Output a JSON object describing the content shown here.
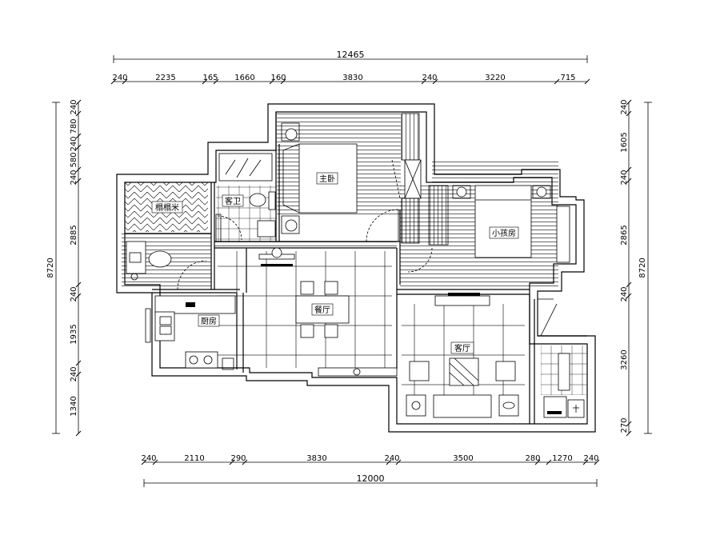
{
  "dimensions": {
    "top_total": "12465",
    "top_segments": [
      "240",
      "2235",
      "165",
      "1660",
      "160",
      "3830",
      "240",
      "3220",
      "715"
    ],
    "bottom_total": "12000",
    "bottom_segments": [
      "240",
      "2110",
      "290",
      "3830",
      "240",
      "3500",
      "280",
      "1270",
      "240"
    ],
    "left_total": "8720",
    "left_segments": [
      "240",
      "780",
      "240",
      "580",
      "240",
      "2885",
      "240",
      "1935",
      "240",
      "1340"
    ],
    "right_total": "8720",
    "right_segments": [
      "240",
      "1605",
      "240",
      "2865",
      "240",
      "3260",
      "270"
    ]
  },
  "rooms": {
    "tatami": "榻榻米",
    "bathroom": "客卫",
    "master_bedroom": "主卧",
    "kids_room": "小孩房",
    "dining": "餐厅",
    "kitchen": "厨房",
    "living": "客厅"
  }
}
